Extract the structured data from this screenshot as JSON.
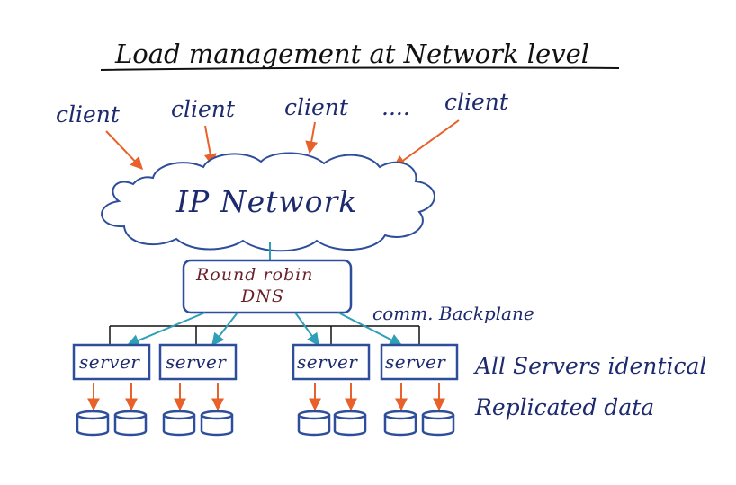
{
  "title": "Load management at Network level",
  "clients": [
    "client",
    "client",
    "client",
    "client"
  ],
  "ellipsis": "....",
  "network_label": "IP Network",
  "dns": {
    "line1": "Round robin",
    "line2": "DNS"
  },
  "backplane_label": "comm. Backplane",
  "servers": [
    "server",
    "server",
    "server",
    "server"
  ],
  "notes": {
    "line1": "All Servers identical",
    "line2": "Replicated data"
  },
  "colors": {
    "ink_blue": "#1e2a6e",
    "box_blue": "#2e4e9c",
    "arrow_orange": "#e8602a",
    "arrow_teal": "#2f9fb8",
    "dns_text": "#6b1f2a",
    "title_ink": "#111111"
  }
}
